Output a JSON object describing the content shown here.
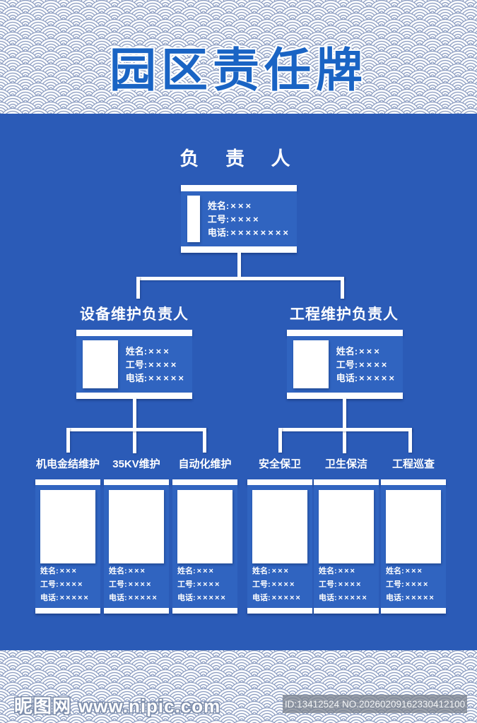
{
  "title": "园区责任牌",
  "root": {
    "heading": "负 责 人",
    "card": {
      "name": "×××",
      "id": "××××",
      "phone": "××××××××"
    }
  },
  "card_labels": {
    "name": "姓名:",
    "id": "工号:",
    "phone": "电话:"
  },
  "level2": [
    {
      "heading": "设备维护负责人",
      "card": {
        "name": "×××",
        "id": "××××",
        "phone": "×××××"
      }
    },
    {
      "heading": "工程维护负责人",
      "card": {
        "name": "×××",
        "id": "××××",
        "phone": "×××××"
      }
    }
  ],
  "level3": [
    {
      "heading": "机电金结维护",
      "card": {
        "name": "×××",
        "id": "××××",
        "phone": "×××××"
      }
    },
    {
      "heading": "35KV维护",
      "card": {
        "name": "×××",
        "id": "××××",
        "phone": "×××××"
      }
    },
    {
      "heading": "自动化维护",
      "card": {
        "name": "×××",
        "id": "××××",
        "phone": "×××××"
      }
    },
    {
      "heading": "安全保卫",
      "card": {
        "name": "×××",
        "id": "××××",
        "phone": "×××××"
      }
    },
    {
      "heading": "卫生保洁",
      "card": {
        "name": "×××",
        "id": "××××",
        "phone": "×××××"
      }
    },
    {
      "heading": "工程巡查",
      "card": {
        "name": "×××",
        "id": "××××",
        "phone": "×××××"
      }
    }
  ],
  "watermark": {
    "site": "昵图网",
    "url": "www.nipic.com",
    "id_no": "ID:13412524 NO.20260209162330412100"
  },
  "colors": {
    "background_blue": "#2b5bb7",
    "card_blue": "#3064c0",
    "title_blue": "#1a64c4",
    "pattern_line": "#8a9bc0",
    "white": "#ffffff"
  }
}
